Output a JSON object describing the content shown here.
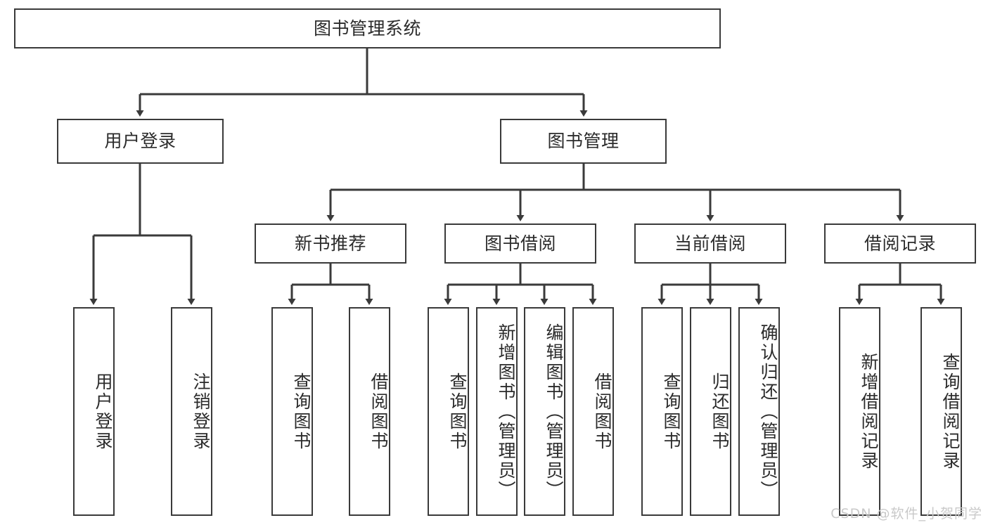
{
  "diagram": {
    "type": "tree-hierarchy",
    "title": "图书管理系统",
    "line_color": "#3a3a3a",
    "text_color": "#2b2b2b",
    "background": "#ffffff",
    "root": {
      "label": "图书管理系统"
    },
    "level2": [
      {
        "label": "用户登录"
      },
      {
        "label": "图书管理"
      }
    ],
    "level3": [
      {
        "label": "新书推荐"
      },
      {
        "label": "图书借阅"
      },
      {
        "label": "当前借阅"
      },
      {
        "label": "借阅记录"
      }
    ],
    "leaves": {
      "user_login": [
        {
          "label": "用户登录"
        },
        {
          "label": "注销登录"
        }
      ],
      "new_book": [
        {
          "label": "查询图书"
        },
        {
          "label": "借阅图书"
        }
      ],
      "book_borrow": [
        {
          "label": "查询图书"
        },
        {
          "label": "新增图书（管理员）"
        },
        {
          "label": "编辑图书（管理员）"
        },
        {
          "label": "借阅图书"
        }
      ],
      "current_borrow": [
        {
          "label": "查询图书"
        },
        {
          "label": "归还图书"
        },
        {
          "label": "确认归还（管理员）"
        }
      ],
      "borrow_record": [
        {
          "label": "新增借阅记录"
        },
        {
          "label": "查询借阅记录"
        }
      ]
    }
  },
  "watermark": {
    "text": "CSDN @软件_小贺同学"
  }
}
